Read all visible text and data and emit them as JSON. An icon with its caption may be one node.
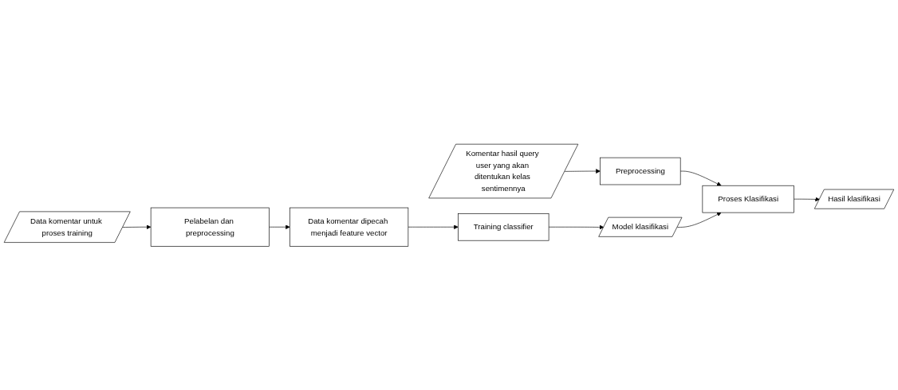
{
  "diagram": {
    "nodes": [
      {
        "text": [
          "Data komentar untuk proses training"
        ]
      },
      {
        "text": [
          "Pelabelan dan preprocessing"
        ]
      },
      {
        "text": [
          "Data komentar dipecah menjadi feature vector"
        ]
      },
      {
        "text": [
          "Training classifier"
        ]
      },
      {
        "text": [
          "Komentar hasil query user yang akan ditentukan kelas sentimennya"
        ]
      },
      {
        "text": [
          "Preprocessing"
        ]
      },
      {
        "text": [
          "Proses Klasifikasi"
        ]
      },
      {
        "text": [
          "Model klasifikasi"
        ]
      },
      {
        "text": [
          "Hasil klasifikasi"
        ]
      }
    ],
    "edges": [
      {
        "from": 0,
        "to": 1,
        "arrow": "to"
      },
      {
        "from": 1,
        "to": 2,
        "arrow": "to"
      },
      {
        "from": 2,
        "to": 3,
        "arrow": "to"
      },
      {
        "from": 3,
        "to": 7,
        "arrow": "to"
      },
      {
        "from": 4,
        "to": 5,
        "arrow": "to"
      },
      {
        "from": 5,
        "to": 6,
        "arrow": "to"
      },
      {
        "from": 7,
        "to": 6,
        "arrow": "to"
      },
      {
        "from": 6,
        "to": 8,
        "arrow": "to"
      }
    ]
  }
}
